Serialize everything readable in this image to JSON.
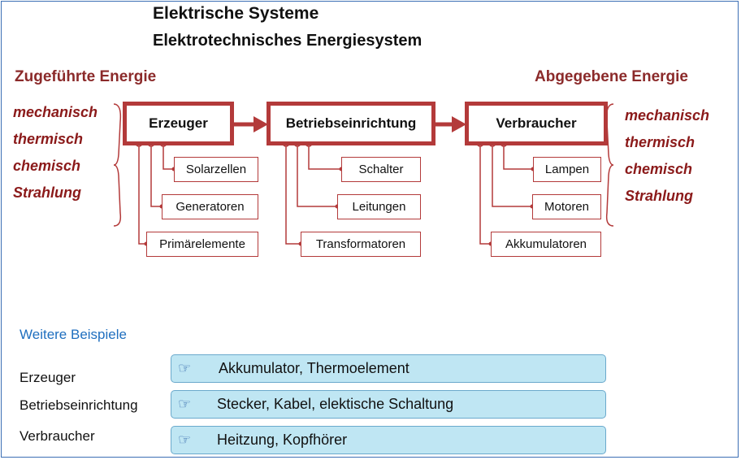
{
  "title": "Elektrische Systeme",
  "subtitle": "Elektrotechnisches Energiesystem",
  "input_heading": "Zugeführte Energie",
  "output_heading": "Abgegebene Energie",
  "energy_forms_in": [
    "mechanisch",
    "thermisch",
    "chemisch",
    "Strahlung"
  ],
  "energy_forms_out": [
    "mechanisch",
    "thermisch",
    "chemisch",
    "Strahlung"
  ],
  "blocks": {
    "erzeuger": {
      "label": "Erzeuger",
      "children": [
        "Solarzellen",
        "Generatoren",
        "Primärelemente"
      ]
    },
    "betrieb": {
      "label": "Betriebseinrichtung",
      "children": [
        "Schalter",
        "Leitungen",
        "Transformatoren"
      ]
    },
    "verbraucher": {
      "label": "Verbraucher",
      "children": [
        "Lampen",
        "Motoren",
        "Akkumulatoren"
      ]
    }
  },
  "examples": {
    "heading": "Weitere Beispiele",
    "rows": [
      {
        "label": "Erzeuger",
        "text": "Akkumulator, Thermoelement",
        "icon": "pointing-hand-icon"
      },
      {
        "label": "Betriebseinrichtung",
        "text": "Stecker, Kabel, elektische Schaltung",
        "icon": "pointing-hand-icon"
      },
      {
        "label": "Verbraucher",
        "text": "Heitzung, Kopfhörer",
        "icon": "pointing-hand-icon"
      }
    ]
  },
  "colors": {
    "accent": "#b33a3a",
    "heading": "#8b2a2a",
    "link_blue": "#1f6fbf",
    "example_bg": "#bfe6f3"
  }
}
